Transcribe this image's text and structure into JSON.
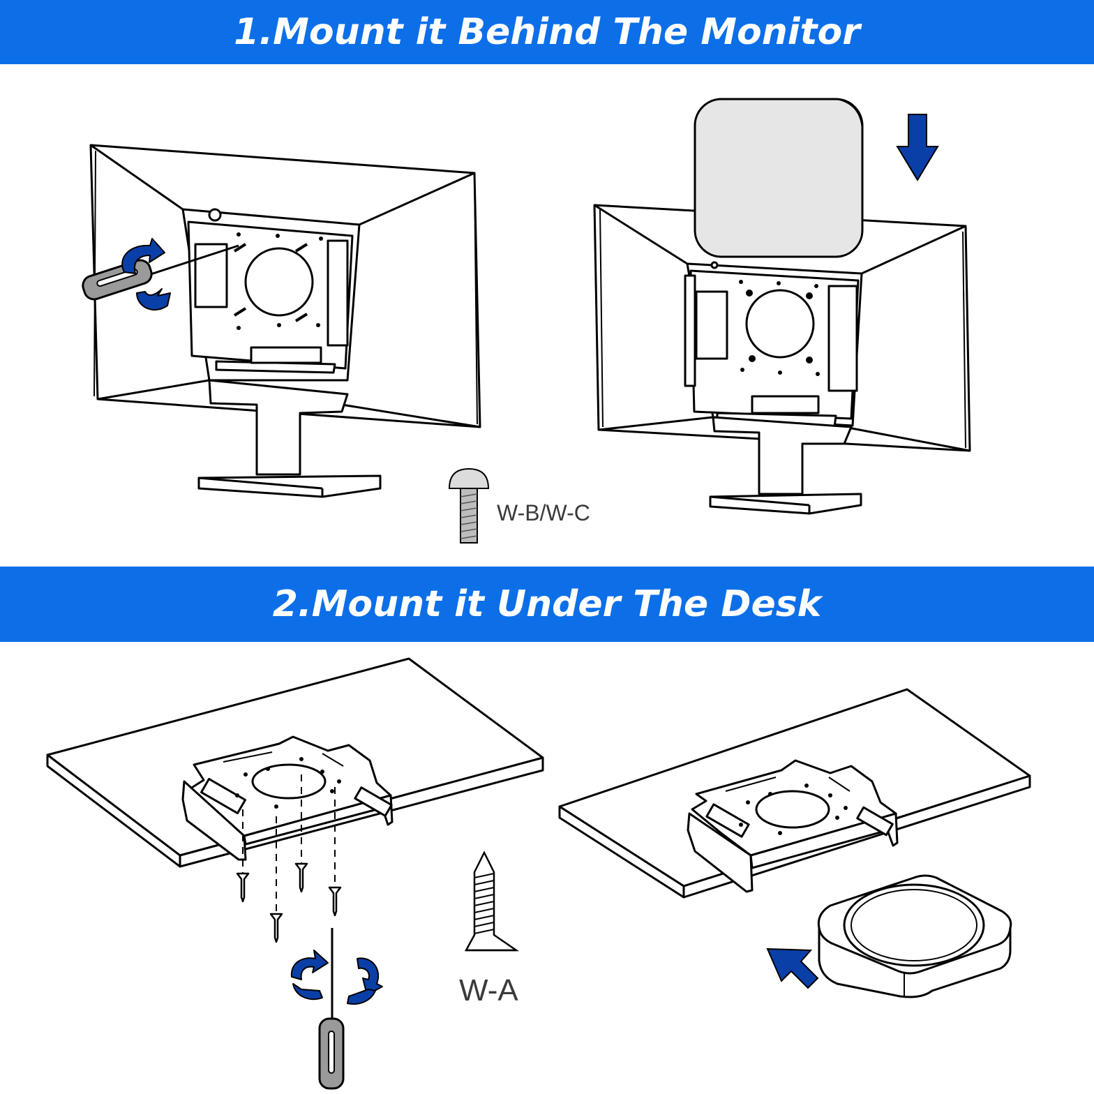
{
  "sections": [
    {
      "title": "1.Mount it Behind The Monitor",
      "screw_label": "W-B/W-C"
    },
    {
      "title": "2.Mount it Under The Desk",
      "screw_label": "W-A"
    }
  ],
  "colors": {
    "banner": "#0d6fe8",
    "arrow": "#0a3fa8",
    "line": "#000000",
    "device": "#e6e6e6",
    "screwdriver": "#9a9a9a"
  },
  "icons": [
    "screwdriver-icon",
    "rotate-arrow-icon",
    "down-arrow-icon",
    "diagonal-arrow-icon",
    "screw-icon"
  ]
}
